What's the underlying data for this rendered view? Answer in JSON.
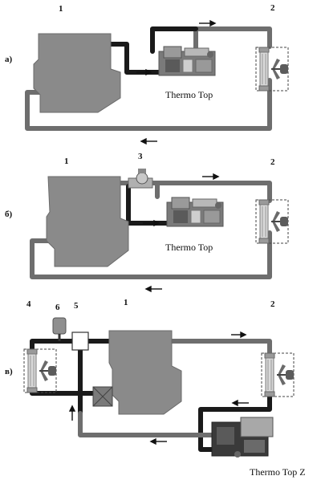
{
  "panels": [
    {
      "letter": "а)",
      "caption": "Thermo Top",
      "labels": [
        "1",
        "2"
      ]
    },
    {
      "letter": "б)",
      "caption": "Thermo Top",
      "labels": [
        "1",
        "2",
        "3"
      ]
    },
    {
      "letter": "в)",
      "caption": "Thermo Top Z",
      "labels": [
        "1",
        "2",
        "4",
        "5",
        "6"
      ]
    }
  ],
  "icons": {
    "engine": "engine-block",
    "heater": "heater-unit",
    "radiator": "radiator-fan",
    "valve": "valve",
    "arrow": "flow-arrow"
  }
}
